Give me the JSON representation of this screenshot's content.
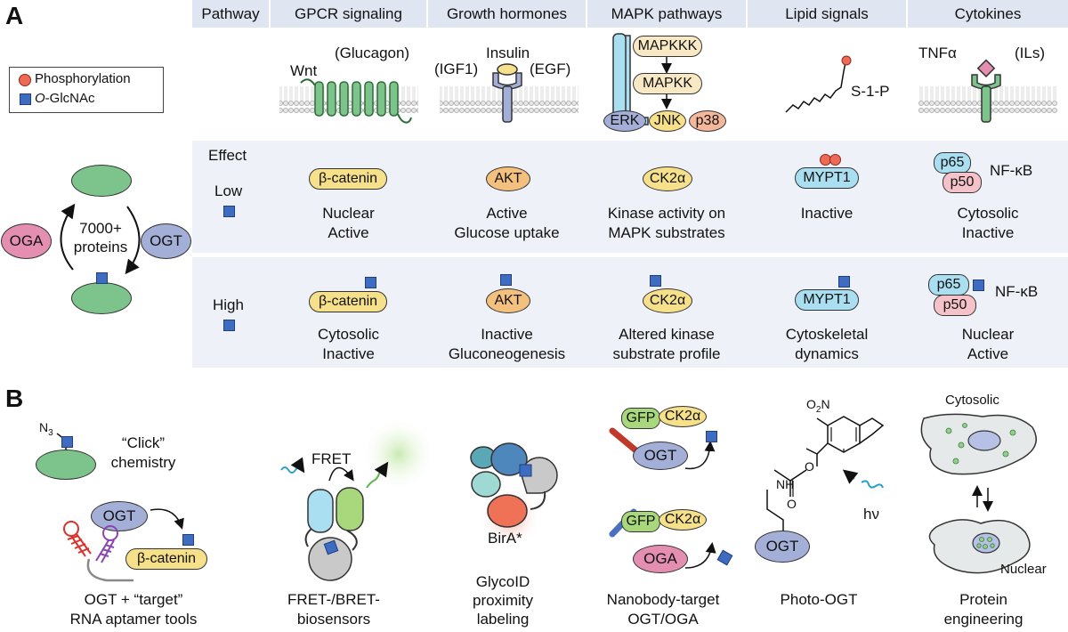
{
  "panel_a": {
    "letter": "A",
    "header": [
      "Pathway",
      "GPCR signaling",
      "Growth hormones",
      "MAPK pathways",
      "Lipid signals",
      "Cytokines"
    ],
    "legend": {
      "phospho": "Phosphorylation",
      "glcnac_italic": "O",
      "glcnac_rest": "-GlcNAc"
    },
    "cycle": {
      "center_line1": "7000+",
      "center_line2": "proteins",
      "left_enzyme": "OGA",
      "right_enzyme": "OGT"
    },
    "pathway_labels": {
      "wnt": "Wnt",
      "glucagon": "(Glucagon)",
      "insulin": "Insulin",
      "igf1": "(IGF1)",
      "egf": "(EGF)",
      "mapkkk": "MAPKKK",
      "mapkk": "MAPKK",
      "erk": "ERK",
      "jnk": "JNK",
      "p38": "p38",
      "s1p": "S-1-P",
      "tnfa": "TNFα",
      "ils": "(ILs)"
    },
    "effect_label": "Effect",
    "low_label": "Low",
    "high_label": "High",
    "low": [
      {
        "pill": "β-catenin",
        "line1": "Nuclear",
        "line2": "Active"
      },
      {
        "pill": "AKT",
        "line1": "Active",
        "line2": "Glucose uptake"
      },
      {
        "pill": "CK2α",
        "line1": "Kinase activity on",
        "line2": "MAPK substrates"
      },
      {
        "pill": "MYPT1",
        "line1": "Inactive",
        "line2": ""
      },
      {
        "pill_a": "p65",
        "pill_b": "p50",
        "side": "NF-κB",
        "line1": "Cytosolic",
        "line2": "Inactive"
      }
    ],
    "high": [
      {
        "pill": "β-catenin",
        "line1": "Cytosolic",
        "line2": "Inactive"
      },
      {
        "pill": "AKT",
        "line1": "Inactive",
        "line2": "Gluconeogenesis"
      },
      {
        "pill": "CK2α",
        "line1": "Altered kinase",
        "line2": "substrate profile"
      },
      {
        "pill": "MYPT1",
        "line1": "Cytoskeletal",
        "line2": "dynamics"
      },
      {
        "pill_a": "p65",
        "pill_b": "p50",
        "side": "NF-κB",
        "line1": "Nuclear",
        "line2": "Active"
      }
    ]
  },
  "panel_b": {
    "letter": "B",
    "click": {
      "n3": "N",
      "n3_sub": "3",
      "line1": "“Click”",
      "line2": "chemistry"
    },
    "aptamer": {
      "ogt": "OGT",
      "target": "β-catenin",
      "line1": "OGT + “target”",
      "line2": "RNA aptamer tools"
    },
    "fret": {
      "label": "FRET",
      "line1": "FRET-/BRET-",
      "line2": "biosensors"
    },
    "glycoid": {
      "birA": "BirA*",
      "line1": "GlycoID",
      "line2": "proximity",
      "line3": "labeling"
    },
    "nanobody": {
      "gfp": "GFP",
      "ck2": "CK2α",
      "ogt": "OGT",
      "oga": "OGA",
      "line1": "Nanobody-target",
      "line2": "OGT/OGA"
    },
    "photo": {
      "no2": "O",
      "no2_sub": "2",
      "no2_n": "N",
      "nh": "NH",
      "o1": "O",
      "o2": "O",
      "hv": "hν",
      "ogt": "OGT",
      "label": "Photo-OGT"
    },
    "protein_eng": {
      "cytosolic": "Cytosolic",
      "nuclear": "Nuclear",
      "line1": "Protein",
      "line2": "engineering"
    }
  },
  "colors": {
    "header_bg": "#dfe5f1",
    "row_bg": "#eef1f8",
    "green": "#7cc48b",
    "blue_purple": "#a4afd8",
    "pink": "#e48fb2",
    "yellow": "#f6e08a",
    "orange": "#f3c07e",
    "sky": "#a9dff0",
    "phospho": "#ef6a55",
    "glcnac": "#3e6cc0"
  }
}
